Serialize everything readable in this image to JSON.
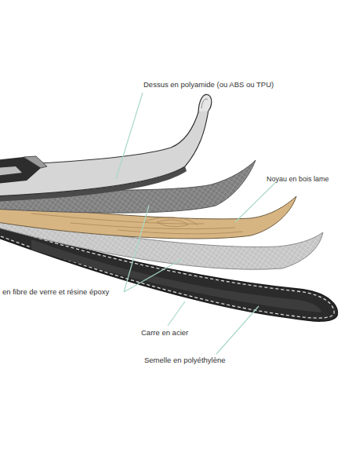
{
  "diagram": {
    "labels": [
      "Dessus en polyamide (ou ABS ou TPU)",
      "Noyau en bois lame",
      "en fibre de verre et résine époxy",
      "Carre en acier",
      "Semelle en polyéthylène"
    ]
  }
}
